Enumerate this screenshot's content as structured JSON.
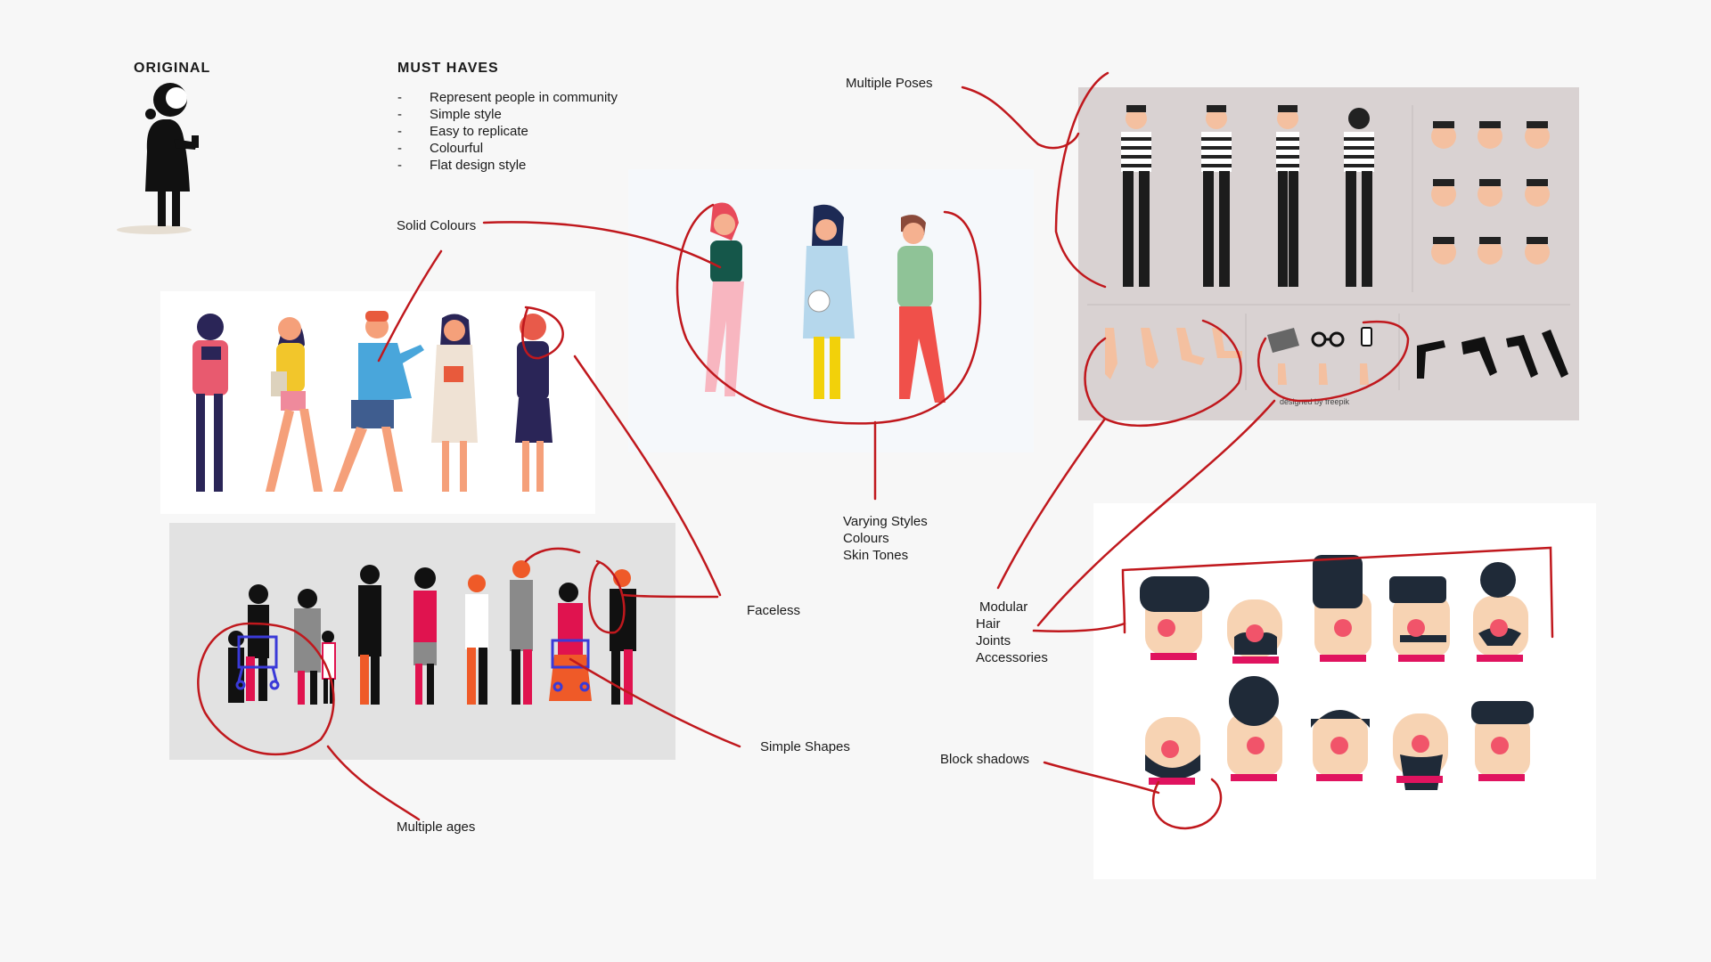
{
  "original": {
    "heading": "ORIGINAL"
  },
  "must_haves": {
    "heading": "MUST HAVES",
    "items": [
      "Represent people in community",
      "Simple style",
      "Easy to replicate",
      "Colourful",
      "Flat design style"
    ]
  },
  "annotations": {
    "solid_colours": "Solid Colours",
    "multiple_poses": "Multiple Poses",
    "varying": [
      "Varying Styles",
      "Colours",
      "Skin Tones"
    ],
    "faceless": "Faceless",
    "simple_shapes": "Simple Shapes",
    "multiple_ages": "Multiple ages",
    "modular": [
      "Modular",
      "Hair",
      "Joints",
      "Accessories"
    ],
    "block_shadows": "Block shadows"
  },
  "credit": "designed by freepik",
  "colors": {
    "annotation_red": "#c0181d",
    "accent_pink": "#e0135f"
  }
}
